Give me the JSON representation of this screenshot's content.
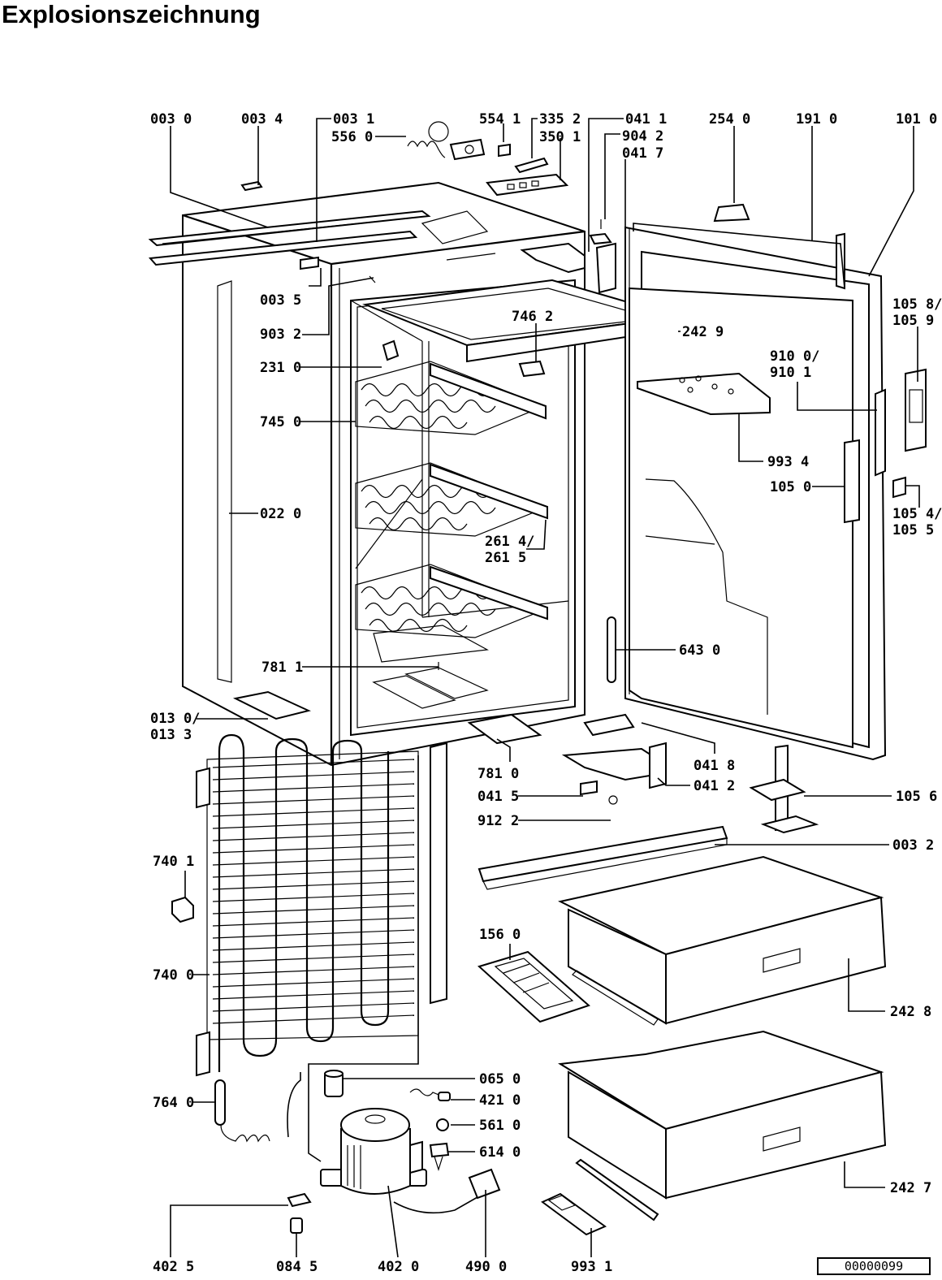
{
  "title": "Explosionszeichnung",
  "doc_number": "00000099",
  "labels": [
    {
      "id": "l0030",
      "text": "003 0"
    },
    {
      "id": "l0034",
      "text": "003 4"
    },
    {
      "id": "l0031",
      "text": "003 1"
    },
    {
      "id": "l5560",
      "text": "556 0"
    },
    {
      "id": "l5541",
      "text": "554 1"
    },
    {
      "id": "l3352",
      "text": "335 2"
    },
    {
      "id": "l3501",
      "text": "350 1"
    },
    {
      "id": "l0411",
      "text": "041 1"
    },
    {
      "id": "l9042",
      "text": "904 2"
    },
    {
      "id": "l0417",
      "text": "041 7"
    },
    {
      "id": "l2540",
      "text": "254 0"
    },
    {
      "id": "l1910",
      "text": "191 0"
    },
    {
      "id": "l1010",
      "text": "101 0"
    },
    {
      "id": "l0035",
      "text": "003 5"
    },
    {
      "id": "l9032",
      "text": "903 2"
    },
    {
      "id": "l7462",
      "text": "746 2"
    },
    {
      "id": "l2429",
      "text": "242 9"
    },
    {
      "id": "l1058a",
      "text": "105 8/"
    },
    {
      "id": "l1058b",
      "text": "105 9"
    },
    {
      "id": "l2310",
      "text": "231 0"
    },
    {
      "id": "l9100a",
      "text": "910 0/"
    },
    {
      "id": "l9100b",
      "text": "910 1"
    },
    {
      "id": "l7450",
      "text": "745 0"
    },
    {
      "id": "l9934",
      "text": "993 4"
    },
    {
      "id": "l1050",
      "text": "105 0"
    },
    {
      "id": "l0220",
      "text": "022 0"
    },
    {
      "id": "l1054a",
      "text": "105 4/"
    },
    {
      "id": "l1054b",
      "text": "105 5"
    },
    {
      "id": "l2614a",
      "text": "261 4/"
    },
    {
      "id": "l2614b",
      "text": "261 5"
    },
    {
      "id": "l6430",
      "text": "643 0"
    },
    {
      "id": "l7811",
      "text": "781 1"
    },
    {
      "id": "l0130a",
      "text": "013 0/"
    },
    {
      "id": "l0130b",
      "text": "013 3"
    },
    {
      "id": "l0418",
      "text": "041 8"
    },
    {
      "id": "l7810",
      "text": "781 0"
    },
    {
      "id": "l0412",
      "text": "041 2"
    },
    {
      "id": "l0415",
      "text": "041 5"
    },
    {
      "id": "l1056",
      "text": "105 6"
    },
    {
      "id": "l9122",
      "text": "912 2"
    },
    {
      "id": "l0032",
      "text": "003 2"
    },
    {
      "id": "l7401",
      "text": "740 1"
    },
    {
      "id": "l1560",
      "text": "156 0"
    },
    {
      "id": "l7400",
      "text": "740 0"
    },
    {
      "id": "l2428",
      "text": "242 8"
    },
    {
      "id": "l0650",
      "text": "065 0"
    },
    {
      "id": "l7640",
      "text": "764 0"
    },
    {
      "id": "l4210",
      "text": "421 0"
    },
    {
      "id": "l5610",
      "text": "561 0"
    },
    {
      "id": "l6140",
      "text": "614 0"
    },
    {
      "id": "l2427",
      "text": "242 7"
    },
    {
      "id": "l4025",
      "text": "402 5"
    },
    {
      "id": "l0845",
      "text": "084 5"
    },
    {
      "id": "l4020",
      "text": "402 0"
    },
    {
      "id": "l4900",
      "text": "490 0"
    },
    {
      "id": "l9931",
      "text": "993 1"
    }
  ]
}
